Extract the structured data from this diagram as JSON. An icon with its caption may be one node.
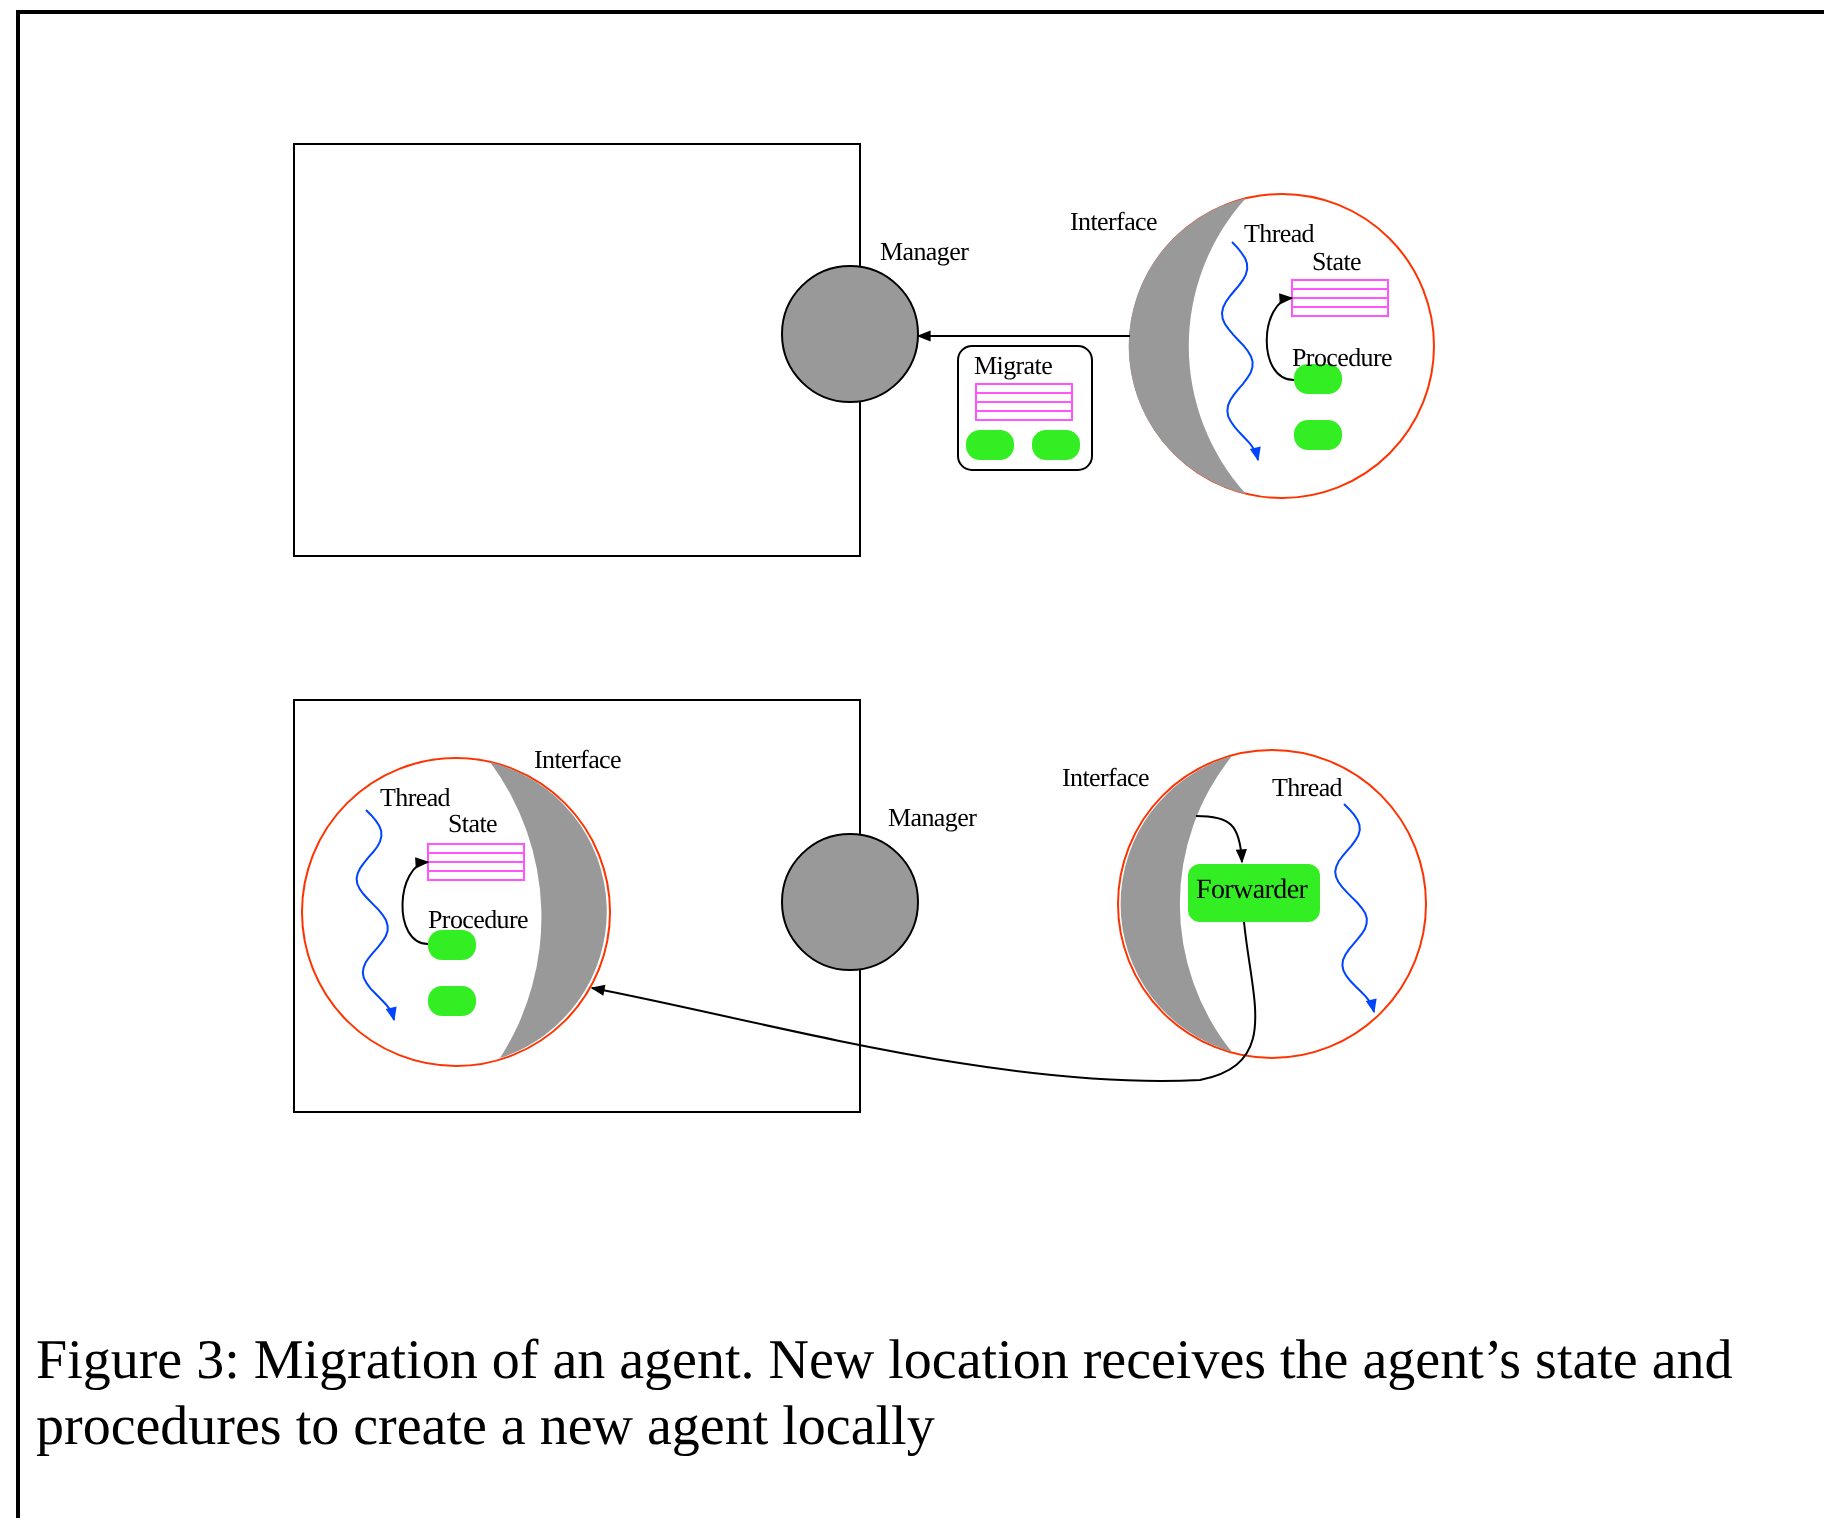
{
  "diagram": {
    "caption": "Figure 3: Migration of an agent. New location receives the agent’s state and procedures to create a new agent locally",
    "nodes": [
      {
        "text": [],
        "shape": "box"
      },
      {
        "text": [
          "Manager"
        ]
      },
      {
        "text": [
          "Migrate"
        ]
      },
      {
        "text": [],
        "shape": "box",
        "in": 2
      },
      {
        "text": [],
        "shape": "box",
        "in": 2
      },
      {
        "text": [],
        "shape": "box",
        "in": 2
      },
      {
        "text": [],
        "shape": "circle"
      },
      {
        "text": [
          "Interface"
        ],
        "in": 6
      },
      {
        "text": [
          "State"
        ],
        "in": 6
      },
      {
        "text": [
          "Procedure"
        ],
        "in": 6
      },
      {
        "text": [],
        "shape": "box",
        "in": 6
      },
      {
        "text": [],
        "shape": "box"
      },
      {
        "text": [],
        "shape": "circle",
        "in": 11
      },
      {
        "text": [
          "Interface"
        ],
        "in": 12
      },
      {
        "text": [
          "State"
        ],
        "in": 12
      },
      {
        "text": [
          "Procedure"
        ],
        "in": 12
      },
      {
        "text": [],
        "shape": "box",
        "in": 12
      },
      {
        "text": [
          "Manager"
        ]
      },
      {
        "text": [],
        "shape": "circle"
      },
      {
        "text": [
          "Interface"
        ],
        "in": 18
      },
      {
        "text": [
          "Forwarder"
        ],
        "in": 18
      }
    ],
    "edges": [
      {
        "from": 7,
        "to": 1,
        "arrow": "to"
      },
      {
        "from": 9,
        "to": 8,
        "arrow": "to"
      },
      {
        "from": 15,
        "to": 14,
        "arrow": "to"
      },
      {
        "from": 19,
        "to": 20,
        "arrow": "to"
      },
      {
        "from": 20,
        "to": 13,
        "arrow": "to"
      }
    ],
    "labels": [
      "Thread",
      "Thread",
      "Thread"
    ]
  }
}
